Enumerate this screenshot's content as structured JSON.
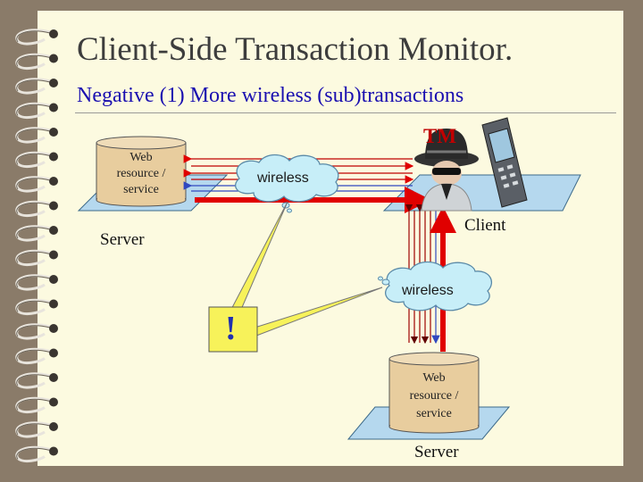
{
  "slide": {
    "title": "Client-Side Transaction Monitor.",
    "subtitle": "Negative (1) More wireless (sub)transactions"
  },
  "diagram": {
    "tm_label": "TM",
    "client_label": "Client",
    "server_top": {
      "resource_label": "Web\nresource /\nservice",
      "server_label": "Server"
    },
    "server_bottom": {
      "resource_label": "Web\nresource /\nservice",
      "server_label": "Server"
    },
    "wireless_top": "wireless",
    "wireless_bottom": "wireless",
    "alert_mark": "!"
  },
  "colors": {
    "title": "#3d3d3d",
    "subtitle": "#1a0fb0",
    "tm": "#c00000",
    "arrow_red": "#e00000",
    "arrow_blue": "#3048c0",
    "cloud": "#c7eef8",
    "platform": "#b5d8ee",
    "cylinder": "#e8cd9e",
    "callout": "#f7f25a"
  }
}
